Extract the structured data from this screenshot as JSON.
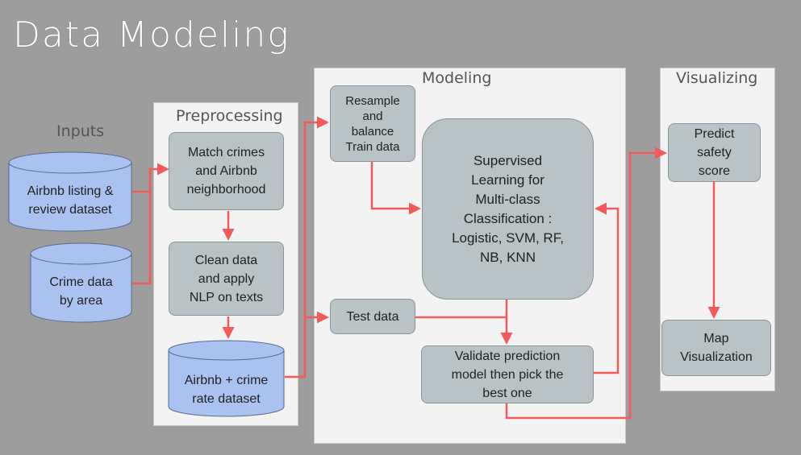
{
  "title": "Data Modeling",
  "labels": {
    "inputs": "Inputs",
    "preprocessing": "Preprocessing",
    "modeling": "Modeling",
    "visualizing": "Visualizing"
  },
  "inputs": {
    "airbnb": "Airbnb listing &\nreview dataset",
    "crime": "Crime data\nby area"
  },
  "preprocessing": {
    "match": "Match crimes\nand Airbnb\nneighborhood",
    "clean": "Clean data\nand apply\nNLP on texts",
    "merged": "Airbnb + crime\nrate dataset"
  },
  "modeling": {
    "resample": "Resample\nand\nbalance\nTrain data",
    "supervised": "Supervised\nLearning for\nMulti-class\nClassification :\nLogistic, SVM, RF,\nNB, KNN",
    "test": "Test data",
    "validate": "Validate prediction\nmodel then pick the\nbest one"
  },
  "visualizing": {
    "predict": "Predict\nsafety\nscore",
    "map": "Map\nVisualization"
  },
  "colors": {
    "arrow": "#f45a5a",
    "cylinder": "#a9c2f0",
    "box": "#b9c2c4",
    "panel": "#f3f3f3"
  }
}
